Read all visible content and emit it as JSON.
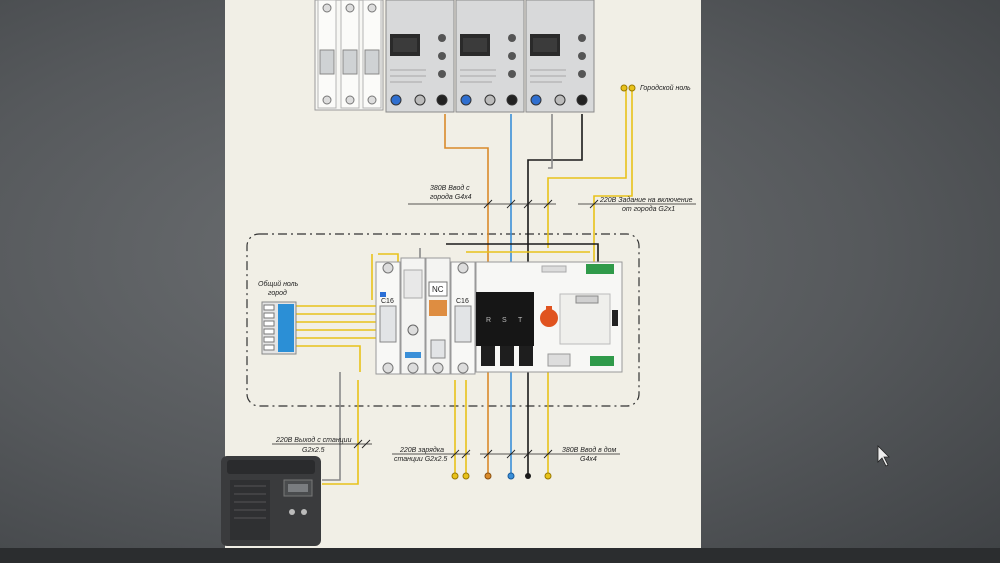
{
  "labels": {
    "city_neutral": "Городской ноль",
    "input_380_line1": "380В Ввод с",
    "input_380_line2": "города G4x4",
    "task_220_line1": "220В Задание на включение",
    "task_220_line2": "от города G2x1",
    "common_neutral_line1": "Общий ноль",
    "common_neutral_line2": "город",
    "out_220_line1": "220В Выход с станции",
    "out_220_line2": "G2x2.5",
    "charge_220_line1": "220В зарядка",
    "charge_220_line2": "станции G2x2.5",
    "input_home_line1": "380В Ввод в дом",
    "input_home_line2": "G4x4",
    "breaker_left": "C16",
    "breaker_right": "C16",
    "contact_nc": "NC",
    "switch_phases": [
      "R",
      "S",
      "T"
    ]
  },
  "colors": {
    "sheet": "#f1efe6",
    "wire_yellow": "#e8c21a",
    "wire_orange": "#d98a2a",
    "wire_blue": "#3a8fd8",
    "wire_black": "#1a1a1a",
    "wire_gray": "#8a8a8a",
    "border_dash": "#333333"
  },
  "icons": [
    "relay-module-icon",
    "breaker-icon",
    "terminal-block-icon",
    "ats-switch-icon",
    "power-station-icon",
    "mouse-cursor-icon"
  ]
}
